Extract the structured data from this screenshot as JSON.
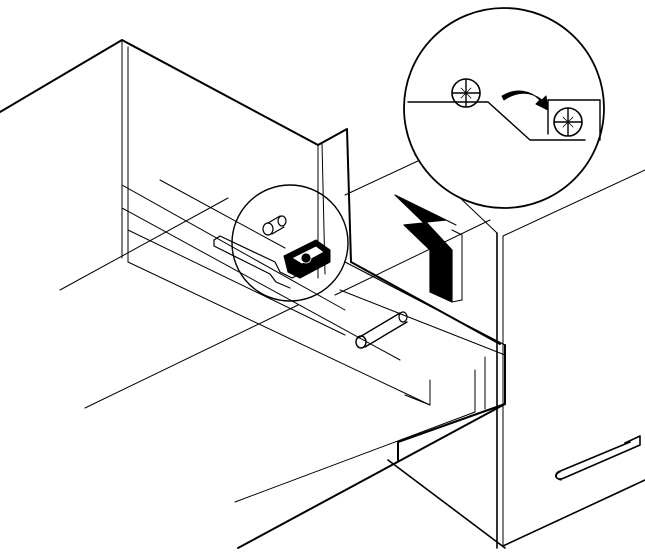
{
  "diagram": {
    "kind": "technical-line-illustration",
    "subject": "drawer-tray-screw-stopper-adjustment",
    "colors": {
      "stroke": "#000000",
      "background": "#ffffff",
      "fill_dark": "#000000"
    },
    "callout": {
      "screws": 2,
      "motion": "move-screw-right-into-notch"
    },
    "direction_arrow": "up-then-left",
    "icons": [
      "phillips-screw-icon",
      "curved-arrow-icon",
      "up-left-arrow-icon",
      "pin-icon",
      "handle-icon"
    ]
  }
}
